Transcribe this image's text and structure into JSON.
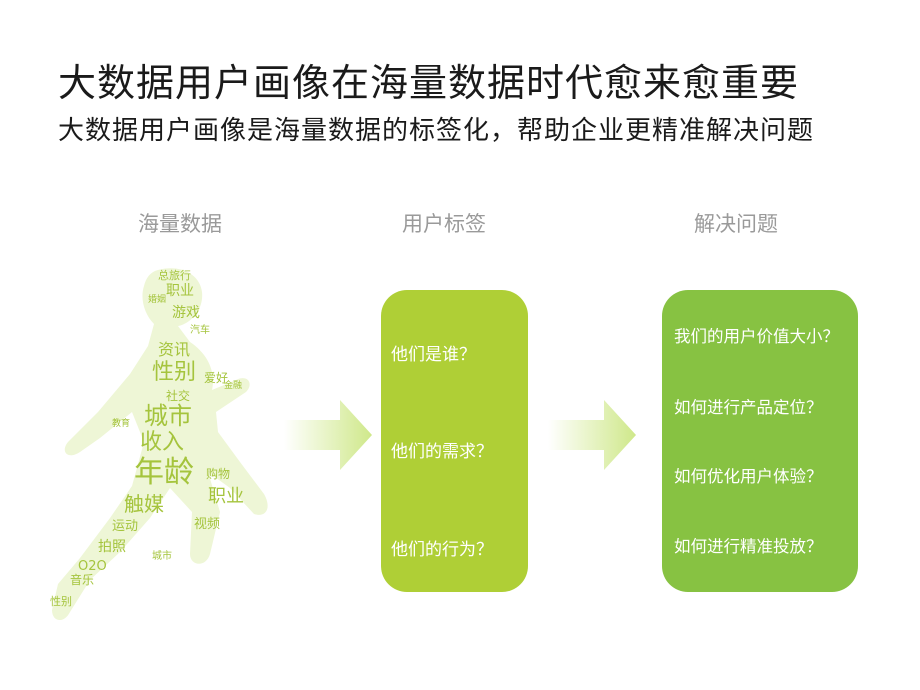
{
  "title": "大数据用户画像在海量数据时代愈来愈重要",
  "subtitle": "大数据用户画像是海量数据的标签化，帮助企业更精准解决问题",
  "columns": [
    {
      "header": "海量数据"
    },
    {
      "header": "用户标签",
      "items": [
        "他们是谁？",
        "他们的需求？",
        "他们的行为？"
      ]
    },
    {
      "header": "解决问题",
      "items": [
        "我们的用户价值大小？",
        "如何进行产品定位？",
        "如何优化用户体验？",
        "如何进行精准投放？"
      ]
    }
  ],
  "word_cloud": [
    "总旅行",
    "职业",
    "游戏",
    "资讯",
    "性别",
    "爱好",
    "社交",
    "城市",
    "收入",
    "年龄",
    "购物",
    "职业",
    "触媒",
    "视频",
    "运动",
    "拍照",
    "城市",
    "O2O",
    "音乐",
    "性别",
    "婚姻",
    "汽车",
    "教育",
    "金融"
  ],
  "colors": {
    "box1": "#afcf36",
    "box2": "#87c242",
    "arrow": "#d6ec9c",
    "header": "#9a9a9a"
  }
}
